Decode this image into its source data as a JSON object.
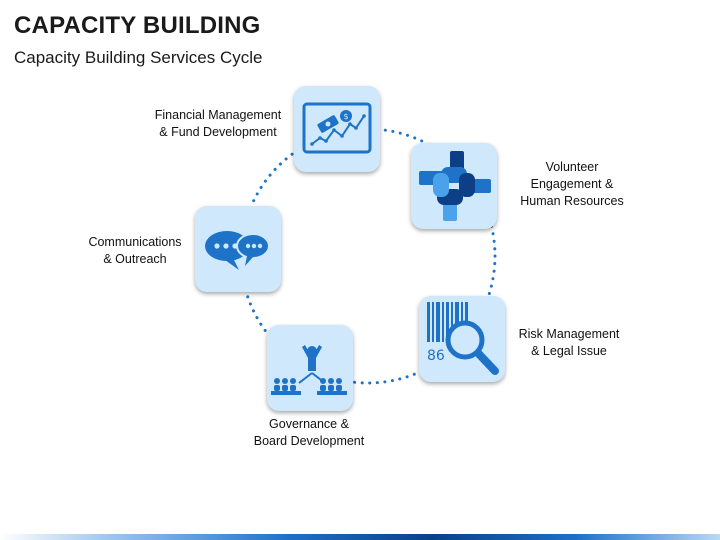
{
  "header": {
    "title": "CAPACITY BUILDING",
    "subtitle": "Capacity Building Services Cycle"
  },
  "colors": {
    "tile_bg": "#cfe8fb",
    "icon_blue": "#1e73c8",
    "dark_blue": "#0d3f86",
    "ring_dots": "#1e73c8"
  },
  "cycle": {
    "items": [
      {
        "icon": "financial-chart-icon",
        "line1": "Financial Management",
        "line2": "& Fund Development"
      },
      {
        "icon": "hands-together-icon",
        "line1": "Volunteer",
        "line2": "Engagement &",
        "line3": "Human Resources"
      },
      {
        "icon": "barcode-magnifier-icon",
        "line1": "Risk Management",
        "line2": "& Legal Issue",
        "badge": "86"
      },
      {
        "icon": "leader-audience-icon",
        "line1": "Governance &",
        "line2": "Board Development"
      },
      {
        "icon": "speech-bubbles-icon",
        "line1": "Communications",
        "line2": "& Outreach"
      }
    ]
  }
}
